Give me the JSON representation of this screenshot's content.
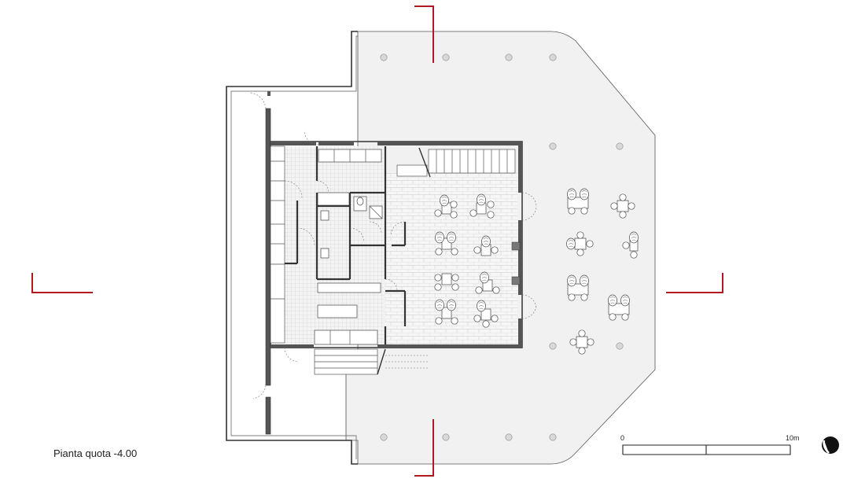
{
  "caption": "Pianta quota -4.00",
  "scale_bar": {
    "start_label": "0",
    "end_label": "10m"
  },
  "colors": {
    "section_marker": "#b2191e",
    "terrace_fill": "#f1f1f1",
    "wall": "#333333",
    "north_arrow": "#111111"
  },
  "icons": [
    "north-arrow-icon"
  ]
}
